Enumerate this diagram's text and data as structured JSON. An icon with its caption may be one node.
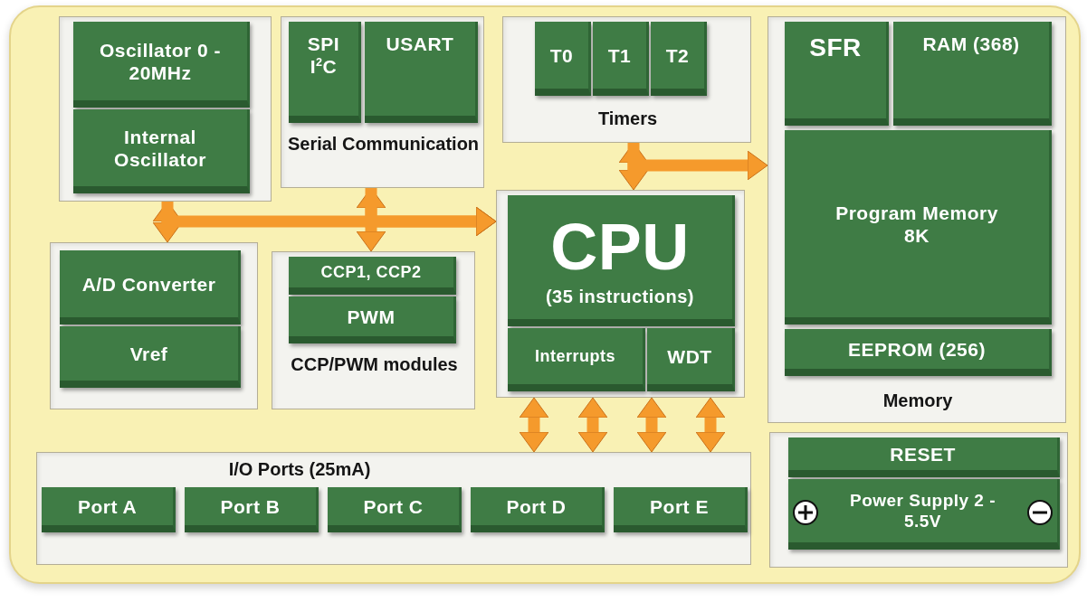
{
  "diagram": {
    "nodes": [
      {
        "text": [],
        "shape": "box"
      },
      {
        "text": [
          "Oscillator 0 - 20MHz"
        ],
        "in": 0
      },
      {
        "text": [
          "Internal Oscillator"
        ],
        "in": 0
      },
      {
        "text": [
          "Serial Communication"
        ]
      },
      {
        "text": [
          "SPI I$^{2}$C"
        ],
        "in": 3
      },
      {
        "text": [
          "USART"
        ],
        "in": 3
      },
      {
        "text": [
          "Timers"
        ]
      },
      {
        "text": [
          "T0"
        ],
        "in": 6
      },
      {
        "text": [
          "T1"
        ],
        "in": 6
      },
      {
        "text": [
          "T2"
        ],
        "in": 6
      },
      {
        "text": [
          "Memory"
        ]
      },
      {
        "text": [
          "SFR"
        ],
        "in": 10
      },
      {
        "text": [
          "RAM (368)"
        ],
        "in": 10
      },
      {
        "text": [
          "Program Memory 8K"
        ],
        "in": 10
      },
      {
        "text": [
          "EEPROM (256)"
        ],
        "in": 10
      },
      {
        "text": [],
        "shape": "box"
      },
      {
        "text": [
          "A/D Converter"
        ],
        "in": 15
      },
      {
        "text": [
          "Vref"
        ],
        "in": 15
      },
      {
        "text": [
          "CCP/PWM modules"
        ]
      },
      {
        "text": [
          "CCP1, CCP2"
        ],
        "in": 18
      },
      {
        "text": [
          "PWM"
        ],
        "in": 18
      },
      {
        "text": [],
        "shape": "box"
      },
      {
        "text": [
          "CPU",
          "(35 instructions)"
        ],
        "in": 21
      },
      {
        "text": [
          "Interrupts"
        ],
        "in": 21
      },
      {
        "text": [
          "WDT"
        ],
        "in": 21
      },
      {
        "text": [
          "I/O Ports (25mA)"
        ]
      },
      {
        "text": [
          "Port A"
        ],
        "in": 25
      },
      {
        "text": [
          "Port B"
        ],
        "in": 25
      },
      {
        "text": [
          "Port C"
        ],
        "in": 25
      },
      {
        "text": [
          "Port D"
        ],
        "in": 25
      },
      {
        "text": [
          "Port E"
        ],
        "in": 25
      },
      {
        "text": [],
        "shape": "box"
      },
      {
        "text": [
          "RESET"
        ],
        "in": 31
      },
      {
        "text": [
          "Power Supply 2 - 5.5V"
        ],
        "in": 31
      }
    ],
    "edges": [
      {
        "from": 0,
        "to": 15,
        "arrow": "both"
      },
      {
        "from": 3,
        "to": 18,
        "arrow": "both"
      },
      {
        "from": 0,
        "to": 21,
        "arrow": "to"
      },
      {
        "from": 3,
        "to": 21,
        "arrow": "to"
      },
      {
        "from": 6,
        "to": 21,
        "arrow": "both"
      },
      {
        "from": 6,
        "to": 10,
        "arrow": "to"
      },
      {
        "from": 21,
        "to": 25,
        "arrow": "both"
      },
      {
        "from": 21,
        "to": 25,
        "arrow": "both"
      },
      {
        "from": 21,
        "to": 25,
        "arrow": "both"
      },
      {
        "from": 21,
        "to": 25,
        "arrow": "both"
      }
    ]
  }
}
